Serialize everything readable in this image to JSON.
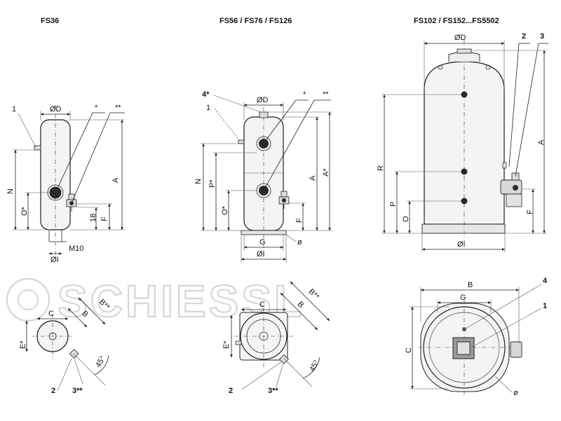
{
  "titles": {
    "fs36": "FS36",
    "fs56": "FS56 / FS76 / FS126",
    "fs102": "FS102 / FS152...FS5502"
  },
  "watermark": "SCHIESSL",
  "fs36": {
    "labels": {
      "dia_d": "ØD",
      "dia_i": "ØI",
      "n": "N",
      "o": "O*",
      "a": "A",
      "f": "F",
      "h18": "18",
      "m10": "M10",
      "c": "C",
      "e": "E*",
      "b": "B",
      "b2": "B**",
      "angle": "45°",
      "star1": "*",
      "star2": "**",
      "call1": "1",
      "call2": "2",
      "call3": "3**"
    }
  },
  "fs56": {
    "labels": {
      "dia_d": "ØD",
      "dia_i": "ØI",
      "n": "N",
      "p": "P*",
      "o": "O*",
      "a": "A",
      "a2": "A*",
      "f": "F",
      "g": "G",
      "phi": "ø",
      "c": "C",
      "e": "E*",
      "b": "B",
      "b2": "B**",
      "angle": "45°",
      "star1": "*",
      "star2": "**",
      "call1": "1",
      "call4": "4*",
      "call2": "2",
      "call3": "3**"
    }
  },
  "fs102": {
    "labels": {
      "dia_d": "ØD",
      "dia_i": "ØI",
      "r": "R",
      "p": "P",
      "o": "O",
      "a": "A",
      "f": "F",
      "b": "B",
      "g": "G",
      "c": "C",
      "phi": "ø",
      "call1": "1",
      "call2": "2",
      "call3": "3",
      "call4": "4"
    }
  }
}
